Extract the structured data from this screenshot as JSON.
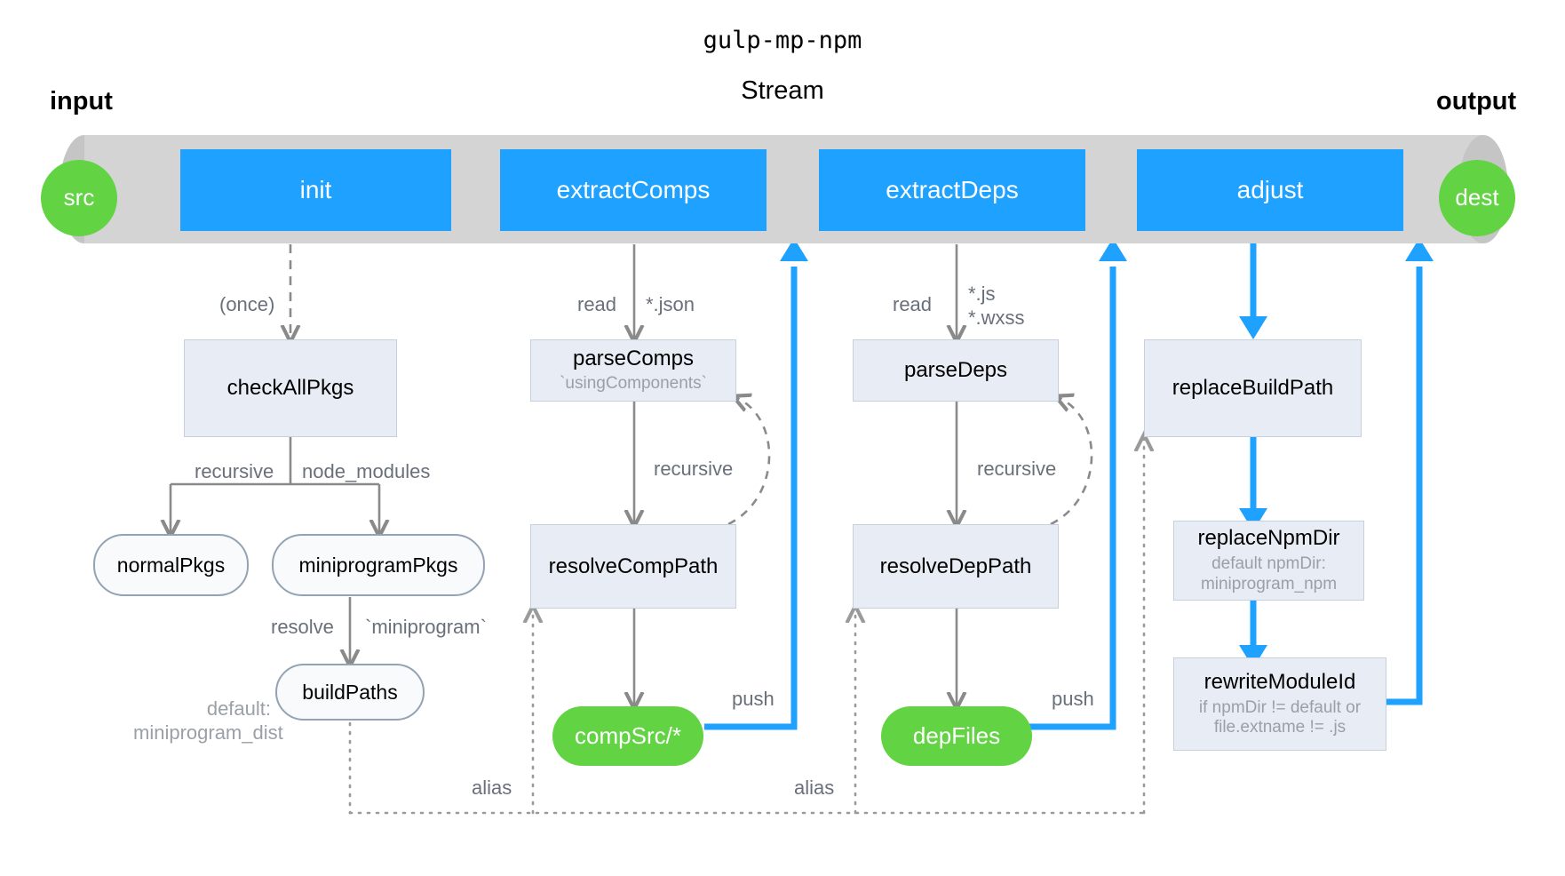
{
  "diagram": {
    "title": "gulp-mp-npm",
    "stream_label": "Stream",
    "input_label": "input",
    "output_label": "output",
    "colors": {
      "stage_blue": "#1fa2ff",
      "endpoint_green": "#62d343",
      "pipe_grey": "#d4d4d4",
      "pipe_cap_grey": "#c5c5c5",
      "process_fill": "#e7ecf5",
      "process_border": "#c7d0de",
      "pill_border": "#93a3b4",
      "annotation_grey": "#69707a",
      "annotation_dim": "#9aa0a6",
      "arrow_grey": "#8a8a8a"
    }
  },
  "endpoints": {
    "src": "src",
    "dest": "dest"
  },
  "stages": [
    {
      "id": "init",
      "label": "init"
    },
    {
      "id": "extractComps",
      "label": "extractComps"
    },
    {
      "id": "extractDeps",
      "label": "extractDeps"
    },
    {
      "id": "adjust",
      "label": "adjust"
    }
  ],
  "branches": {
    "init": {
      "edge_to_check": "(once)",
      "checkAllPkgs": {
        "title": "checkAllPkgs"
      },
      "split_labels": {
        "left": "recursive",
        "right": "node_modules"
      },
      "normalPkgs": "normalPkgs",
      "miniprogramPkgs": "miniprogramPkgs",
      "resolve_labels": {
        "left": "resolve",
        "right": "`miniprogram`"
      },
      "buildPaths": "buildPaths",
      "buildPaths_default": "default:\nminiprogram_dist"
    },
    "extractComps": {
      "read_label": "read",
      "read_glob": "*.json",
      "parseComps": {
        "title": "parseComps",
        "sub": "`usingComponents`"
      },
      "recursive_label": "recursive",
      "resolveCompPath": {
        "title": "resolveCompPath"
      },
      "compSrc": "compSrc/*",
      "push_label": "push",
      "alias_label": "alias"
    },
    "extractDeps": {
      "read_label": "read",
      "read_glob": "*.js\n*.wxss",
      "parseDeps": {
        "title": "parseDeps"
      },
      "recursive_label": "recursive",
      "resolveDepPath": {
        "title": "resolveDepPath"
      },
      "depFiles": "depFiles",
      "push_label": "push",
      "alias_label": "alias"
    },
    "adjust": {
      "replaceBuildPath": {
        "title": "replaceBuildPath"
      },
      "replaceNpmDir": {
        "title": "replaceNpmDir",
        "sub": "default npmDir:\nminiprogram_npm"
      },
      "rewriteModuleId": {
        "title": "rewriteModuleId",
        "sub": "if npmDir != default\nor file.extname != .js"
      }
    }
  }
}
